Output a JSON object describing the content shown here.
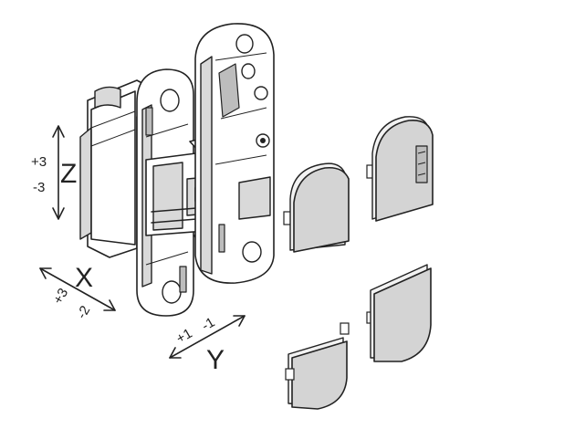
{
  "axes": {
    "z": {
      "letter": "Z",
      "plus": "+3",
      "minus": "-3"
    },
    "x": {
      "letter": "X",
      "plus": "+3",
      "minus": "-2"
    },
    "y": {
      "letter": "Y",
      "plus": "+1",
      "minus": "-1"
    }
  },
  "colors": {
    "ink": "#222222",
    "cap_fill": "#d4d4d4",
    "body_shade": "#d9d9d9",
    "background": "#ffffff"
  }
}
